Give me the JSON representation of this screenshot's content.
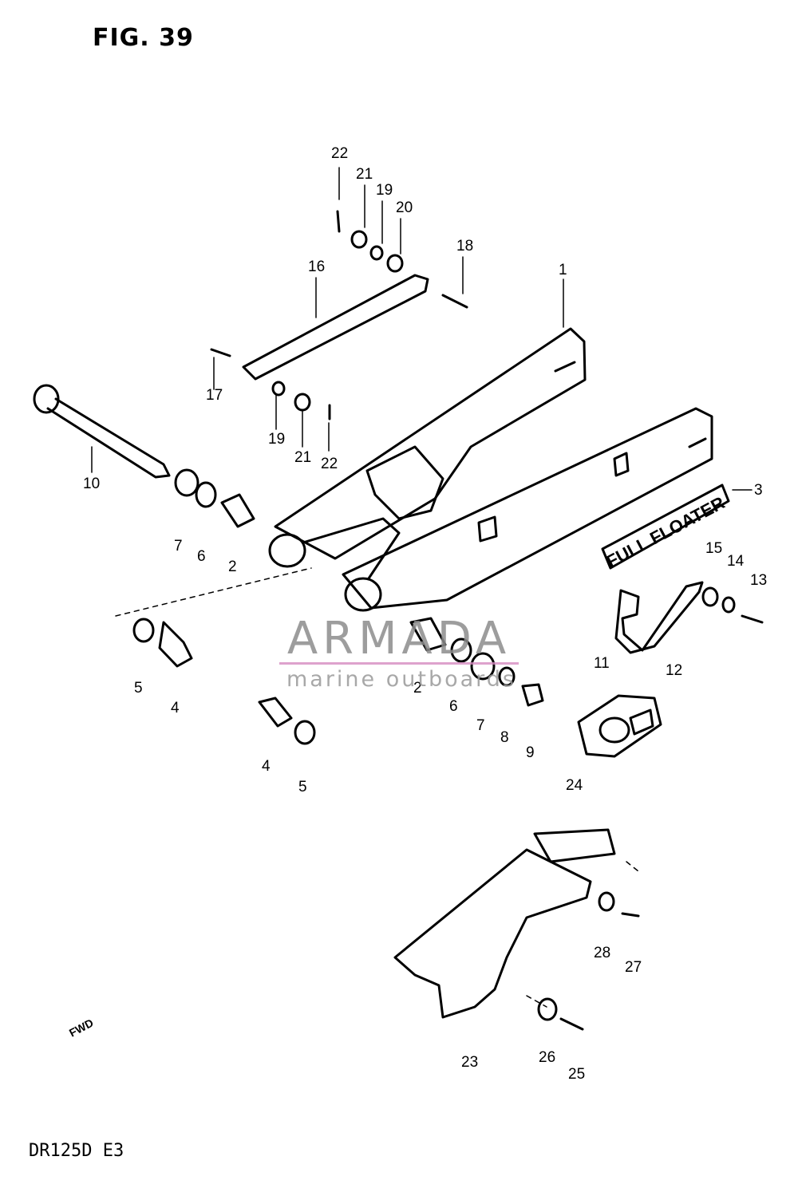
{
  "figure": {
    "title": "FIG. 39",
    "model_code": "DR125D  E3"
  },
  "watermark": {
    "name": "ARMADA",
    "tagline": "marine outboards",
    "accent_color": "#d68bc0",
    "text_color": "#8c8c8c"
  },
  "decal_text": "FULL FLOATER",
  "fwd_label": "FWD",
  "callouts": [
    "22",
    "21",
    "19",
    "20",
    "18",
    "16",
    "1",
    "17",
    "19",
    "21",
    "22",
    "10",
    "3",
    "7",
    "6",
    "2",
    "15",
    "14",
    "13",
    "5",
    "4",
    "2",
    "6",
    "7",
    "8",
    "9",
    "11",
    "12",
    "4",
    "5",
    "24",
    "28",
    "27",
    "23",
    "26",
    "25"
  ]
}
